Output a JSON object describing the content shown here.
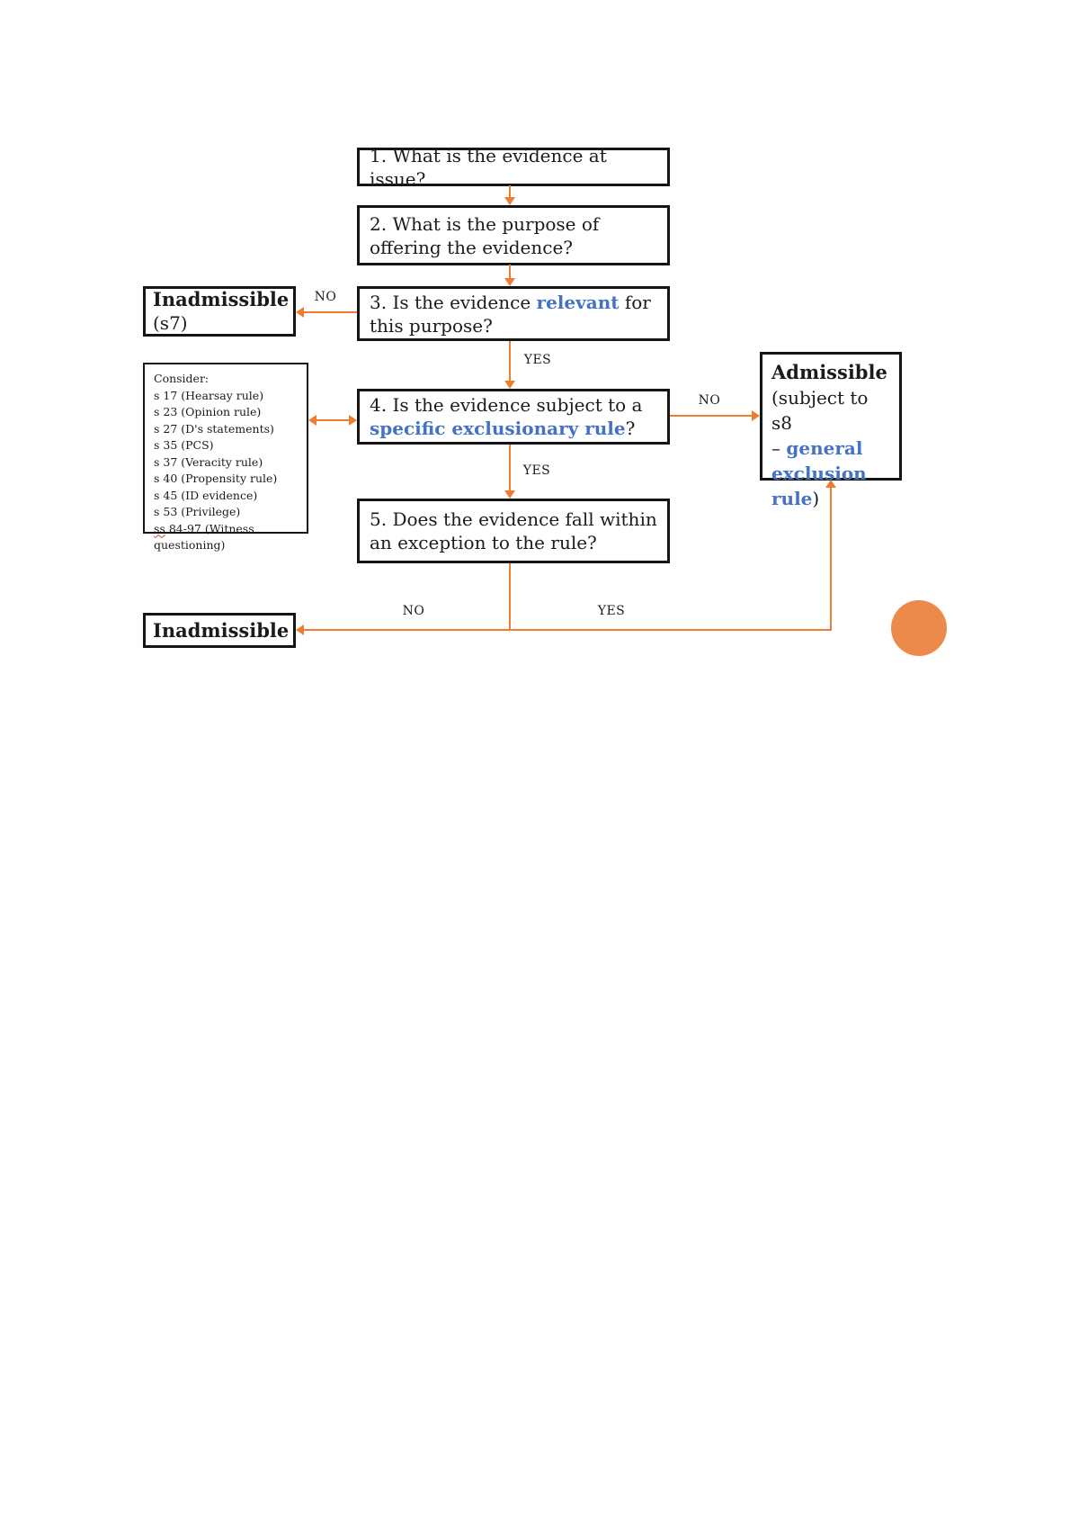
{
  "colors": {
    "accent_orange": "#ED7D31",
    "circle_orange": "#EC8A4C",
    "highlight_blue": "#4472C4",
    "text_black": "#1B1B1B",
    "border_black": "#151515",
    "squiggle_red": "#E03C31",
    "page_background": "#FFFFFF"
  },
  "boxes": {
    "step1": {
      "text": "1. What is the evidence at issue?"
    },
    "step2": {
      "text": "2. What is the purpose of offering the evidence?"
    },
    "step3": {
      "pre": "3. Is the evidence ",
      "em": "relevant",
      "post": " for this purpose?"
    },
    "step4": {
      "pre": "4. Is the evidence subject to a ",
      "em": "specific exclusionary rule",
      "post": "?"
    },
    "step5": {
      "text": "5. Does the evidence fall within an exception to the rule?"
    },
    "inadmissible_s7": {
      "title": "Inadmissible",
      "subtitle": "(s7)"
    },
    "inadmissible_final": {
      "title": "Inadmissible"
    },
    "admissible": {
      "title": "Admissible",
      "line2": "(subject to s8",
      "line3_prefix": "– ",
      "line3_em": "general",
      "line4_em": "exclusion",
      "line5_em": "rule",
      "line5_suffix": ")"
    },
    "consider": {
      "title": "Consider:",
      "items": [
        "s 17 (Hearsay rule)",
        "s 23 (Opinion rule)",
        "s 27 (D's statements)",
        "s 35 (PCS)",
        "s 37 (Veracity rule)",
        "s 40 (Propensity rule)",
        "s 45 (ID evidence)",
        "s 53 (Privilege)"
      ],
      "last_item_head": "ss",
      "last_item_tail": " 84-97 (Witness questioning)"
    }
  },
  "labels": {
    "relevance_no": "NO",
    "relevance_yes": "YES",
    "exclusion_no": "NO",
    "exclusion_yes": "YES",
    "exception_no": "NO",
    "exception_yes": "YES"
  }
}
